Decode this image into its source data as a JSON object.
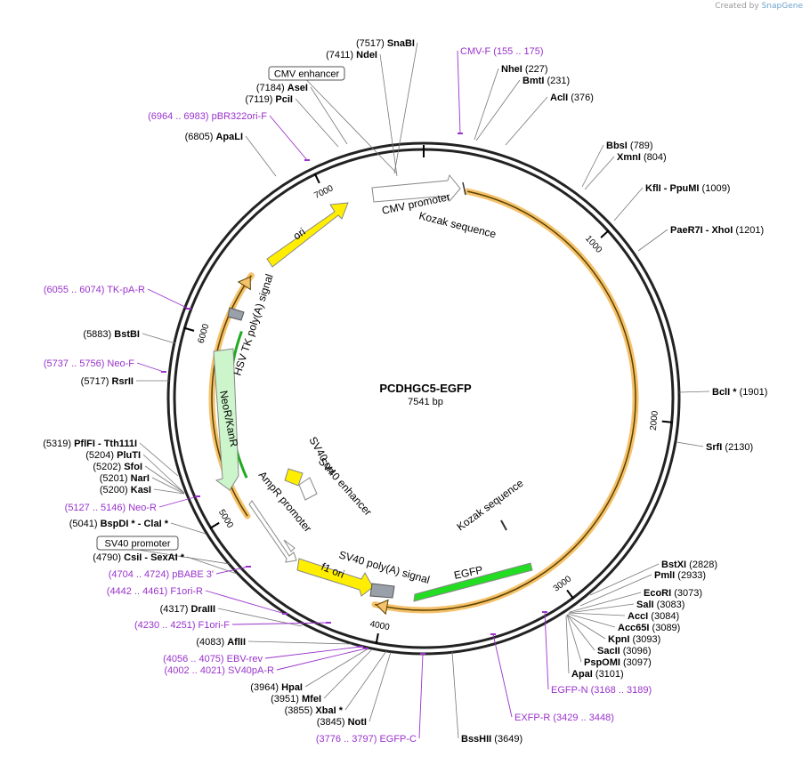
{
  "watermark": {
    "prefix": "Created by",
    "brand": "SnapGene"
  },
  "plasmid": {
    "name": "PCDHGC5-EGFP",
    "length_label": "7541 bp",
    "length": 7541
  },
  "colors": {
    "site": "#000000",
    "primer": "#9933cc",
    "backbone": "#222222",
    "cds_highlight": "#f5c26b",
    "egfp": "#22dd22",
    "ori": "#ffee00",
    "neo": "#ccf5cc",
    "promoter": "#ffffff",
    "feature_stroke": "#888888"
  },
  "tick_labels": [
    "1000",
    "2000",
    "3000",
    "4000",
    "5000",
    "6000",
    "7000"
  ],
  "sites": [
    {
      "name": "SnaBI",
      "pos": "(7517)",
      "side": "L"
    },
    {
      "name": "NdeI",
      "pos": "(7411)",
      "side": "L"
    },
    {
      "name": "AseI",
      "pos": "(7184)",
      "side": "L"
    },
    {
      "name": "PciI",
      "pos": "(7119)",
      "side": "L"
    },
    {
      "name": "ApaLI",
      "pos": "(6805)",
      "side": "L"
    },
    {
      "name": "NheI",
      "pos": "(227)",
      "side": "R"
    },
    {
      "name": "BmtI",
      "pos": "(231)",
      "side": "R"
    },
    {
      "name": "AclI",
      "pos": "(376)",
      "side": "R"
    },
    {
      "name": "BbsI",
      "pos": "(789)",
      "side": "R"
    },
    {
      "name": "XmnI",
      "pos": "(804)",
      "side": "R"
    },
    {
      "name": "KflI   - PpuMI",
      "pos": "(1009)",
      "side": "R"
    },
    {
      "name": "PaeR7I   - XhoI",
      "pos": "(1201)",
      "side": "R"
    },
    {
      "name": "BclI *",
      "pos": "(1901)",
      "side": "R"
    },
    {
      "name": "SrfI",
      "pos": "(2130)",
      "side": "R"
    },
    {
      "name": "BstXI",
      "pos": "(2828)",
      "side": "R"
    },
    {
      "name": "PmlI",
      "pos": "(2933)",
      "side": "R"
    },
    {
      "name": "EcoRI",
      "pos": "(3073)",
      "side": "R"
    },
    {
      "name": "SalI",
      "pos": "(3083)",
      "side": "R"
    },
    {
      "name": "AccI",
      "pos": "(3084)",
      "side": "R"
    },
    {
      "name": "Acc65I",
      "pos": "(3089)",
      "side": "R"
    },
    {
      "name": "KpnI",
      "pos": "(3093)",
      "side": "R"
    },
    {
      "name": "SacII",
      "pos": "(3096)",
      "side": "R"
    },
    {
      "name": "PspOMI",
      "pos": "(3097)",
      "side": "R"
    },
    {
      "name": "ApaI",
      "pos": "(3101)",
      "side": "R"
    },
    {
      "name": "BssHII",
      "pos": "(3649)",
      "side": "R"
    },
    {
      "name": "NotI",
      "pos": "(3845)",
      "side": "L"
    },
    {
      "name": "XbaI *",
      "pos": "(3855)",
      "side": "L"
    },
    {
      "name": "MfeI",
      "pos": "(3951)",
      "side": "L"
    },
    {
      "name": "HpaI",
      "pos": "(3964)",
      "side": "L"
    },
    {
      "name": "AflII",
      "pos": "(4083)",
      "side": "L"
    },
    {
      "name": "DraIII",
      "pos": "(4317)",
      "side": "L"
    },
    {
      "name": "CsiI   - SexAI *",
      "pos": "(4790)",
      "side": "L"
    },
    {
      "name": "BspDI *  - ClaI *",
      "pos": "(5041)",
      "side": "L"
    },
    {
      "name": "KasI",
      "pos": "(5200)",
      "side": "L"
    },
    {
      "name": "NarI",
      "pos": "(5201)",
      "side": "L"
    },
    {
      "name": "SfoI",
      "pos": "(5202)",
      "side": "L"
    },
    {
      "name": "PluTI",
      "pos": "(5204)",
      "side": "L"
    },
    {
      "name": "PflFI   - Tth111I",
      "pos": "(5319)",
      "side": "L"
    },
    {
      "name": "RsrII",
      "pos": "(5717)",
      "side": "L"
    },
    {
      "name": "BstBI",
      "pos": "(5883)",
      "side": "L"
    }
  ],
  "primers": [
    {
      "name": "CMV-F",
      "range": "(155 .. 175)",
      "side": "R"
    },
    {
      "name": "pBR322ori-F",
      "range": "(6964 .. 6983)",
      "side": "L"
    },
    {
      "name": "TK-pA-R",
      "range": "(6055 .. 6074)",
      "side": "L"
    },
    {
      "name": "Neo-F",
      "range": "(5737 .. 5756)",
      "side": "L"
    },
    {
      "name": "Neo-R",
      "range": "(5127 .. 5146)",
      "side": "L"
    },
    {
      "name": "pBABE 3'",
      "range": "(4704 .. 4724)",
      "side": "L"
    },
    {
      "name": "F1ori-R",
      "range": "(4442 .. 4461)",
      "side": "L"
    },
    {
      "name": "F1ori-F",
      "range": "(4230 .. 4251)",
      "side": "L"
    },
    {
      "name": "EBV-rev",
      "range": "(4056 .. 4075)",
      "side": "L"
    },
    {
      "name": "SV40pA-R",
      "range": "(4002 .. 4021)",
      "side": "L"
    },
    {
      "name": "EGFP-C",
      "range": "(3776 .. 3797)",
      "side": "L"
    },
    {
      "name": "EXFP-R",
      "range": "(3429 .. 3448)",
      "side": "R"
    },
    {
      "name": "EGFP-N",
      "range": "(3168 .. 3189)",
      "side": "R"
    }
  ],
  "boxed_features": {
    "cmv_enhancer": "CMV enhancer",
    "sv40_promoter": "SV40 promoter"
  },
  "features": {
    "cmv_promoter": "CMV promoter",
    "kozak_top": "Kozak sequence",
    "kozak_mid": "Kozak sequence",
    "egfp": "EGFP",
    "sv40_polya": "SV40 poly(A) signal",
    "f1_ori": "f1 ori",
    "ampr_promoter": "AmpR promoter",
    "sv40_ori": "SV40 ori",
    "sv40_enhancer": "SV40 enhancer",
    "neo": "NeoR/KanR",
    "hsv_tk": "HSV TK poly(A) signal",
    "ori": "ori"
  }
}
